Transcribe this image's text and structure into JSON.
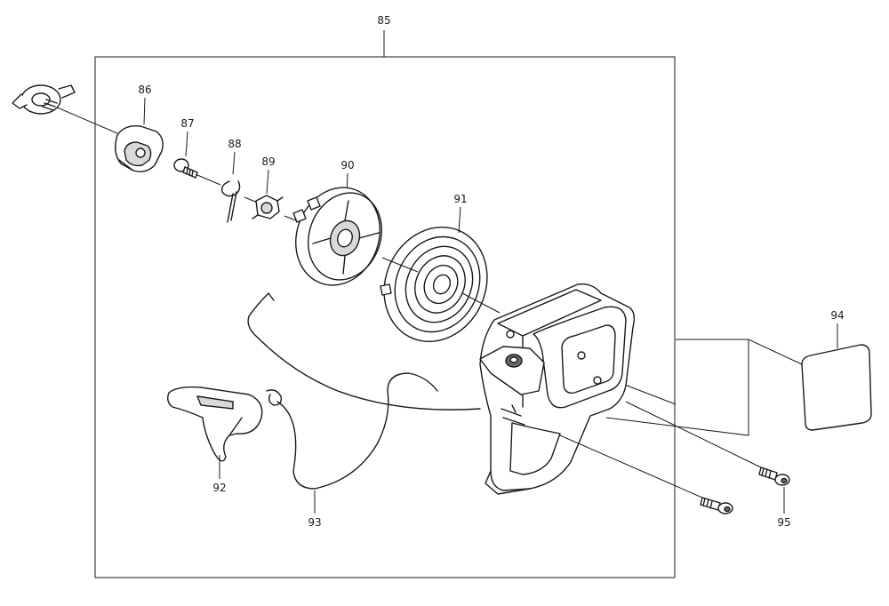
{
  "diagram": {
    "assembly_label": "85",
    "callouts": {
      "p86": "86",
      "p87": "87",
      "p88": "88",
      "p89": "89",
      "p90": "90",
      "p91": "91",
      "p92": "92",
      "p93": "93",
      "p94": "94",
      "p95": "95"
    }
  }
}
